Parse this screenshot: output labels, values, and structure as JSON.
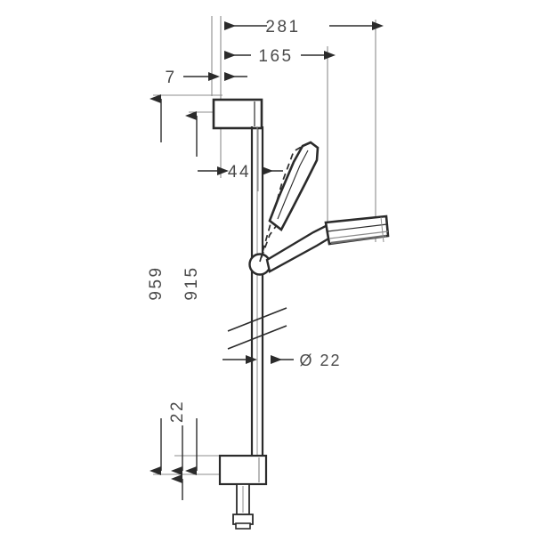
{
  "drawing": {
    "title": "Shower bar set dimensional drawing",
    "units": "mm",
    "line_color_thin": "#8c8c8c",
    "line_color_bold": "#2b2b2b",
    "arrow_color": "#2b2b2b",
    "text_color": "#4a4a4a",
    "background": "#ffffff"
  },
  "dimensions": {
    "overall_width": {
      "label": "281",
      "orientation": "horizontal",
      "name": "overall-projection"
    },
    "shower_offset": {
      "label": "165",
      "orientation": "horizontal",
      "name": "handshower-offset"
    },
    "wall_gap": {
      "label": "7",
      "orientation": "horizontal",
      "name": "wall-clearance"
    },
    "bracket_depth": {
      "label": "44",
      "orientation": "horizontal",
      "name": "bracket-depth"
    },
    "total_height": {
      "label": "959",
      "orientation": "vertical",
      "name": "total-height"
    },
    "bar_length": {
      "label": "915",
      "orientation": "vertical",
      "name": "bar-length"
    },
    "bottom_offset": {
      "label": "22",
      "orientation": "vertical",
      "name": "bottom-offset"
    },
    "bar_diameter": {
      "label": "Ø 22",
      "orientation": "horizontal",
      "name": "bar-diameter"
    }
  },
  "parts": {
    "top_bracket": "top-wall-bracket",
    "bottom_bracket": "bottom-wall-bracket",
    "slide_bar": "slide-bar",
    "handshower_solid": "handshower-angled",
    "handshower_dashed": "handshower-upright",
    "pivot": "slider-pivot",
    "spray_head": "spray-head",
    "hose_connector": "hose-connector",
    "break_symbol": "bar-break-symbol"
  }
}
